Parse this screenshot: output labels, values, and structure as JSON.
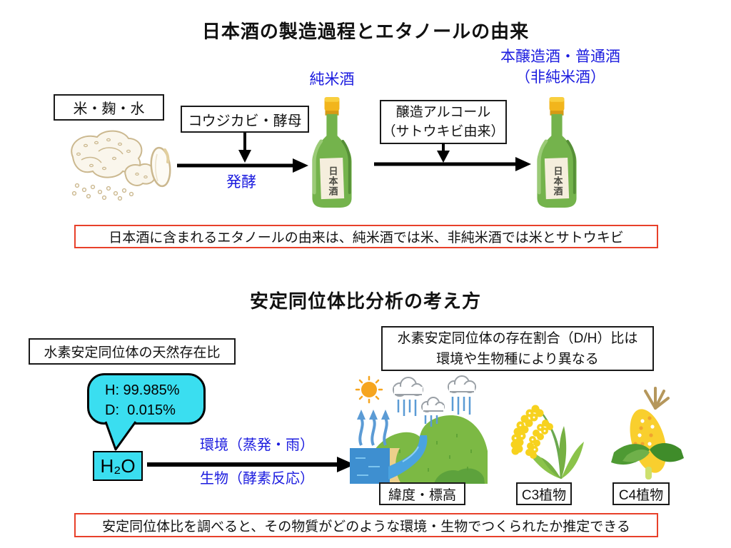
{
  "colors": {
    "blue_text": "#1b1bdf",
    "red_border": "#e8402a",
    "cyan": "#3adef0",
    "bottle_green": "#74b34c"
  },
  "section1": {
    "title": "日本酒の製造過程とエタノールの由来",
    "ingredients_box": "米・麹・水",
    "koji_yeast_box": "コウジカビ・酵母",
    "fermentation_label": "発酵",
    "junmai_label": "純米酒",
    "honjozo_label_line1": "本醸造酒・普通酒",
    "honjozo_label_line2": "（非純米酒）",
    "alcohol_box_line1": "醸造アルコール",
    "alcohol_box_line2": "（サトウキビ由来）",
    "bottle_label": "日本酒",
    "note": "日本酒に含まれるエタノールの由来は、純米酒では米、非純米酒では米とサトウキビ"
  },
  "section2": {
    "title": "安定同位体比分析の考え方",
    "abundance_box": "水素安定同位体の天然存在比",
    "dh_box_line1": "水素安定同位体の存在割合（D/H）比は",
    "dh_box_line2": "環境や生物種により異なる",
    "bubble_line1": "H: 99.985%",
    "bubble_line2": "D:  0.015%",
    "molecule_label": "H₂O",
    "environment_label": "環境（蒸発・雨）",
    "biology_label": "生物（酵素反応）",
    "latitude_box": "緯度・標高",
    "c3_box": "C3植物",
    "c4_box": "C4植物",
    "note": "安定同位体比を調べると、その物質がどのような環境・生物でつくられたか推定できる"
  }
}
